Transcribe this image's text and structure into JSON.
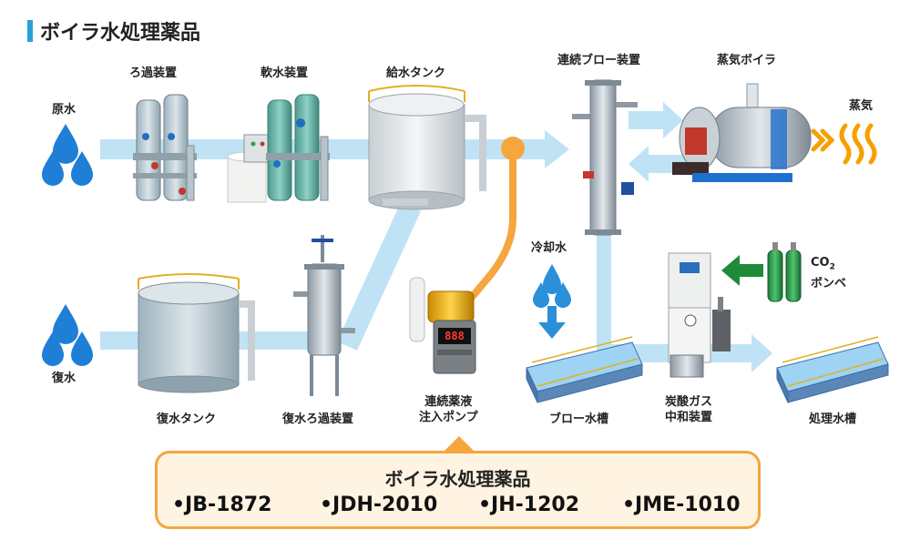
{
  "title": "ボイラ水処理薬品",
  "labels": {
    "raw_water": "原水",
    "return_water": "復水",
    "filter": "ろ過装置",
    "softener": "軟水装置",
    "feed_tank": "給水タンク",
    "blow_device": "連続ブロー装置",
    "boiler": "蒸気ボイラ",
    "steam": "蒸気",
    "cooling_water": "冷却水",
    "co2_line1": "CO",
    "co2_sub": "2",
    "co2_line2": "ボンベ",
    "return_tank": "復水タンク",
    "return_filter": "復水ろ過装置",
    "pump_line1": "連続薬液",
    "pump_line2": "注入ポンプ",
    "blow_tank": "ブロー水槽",
    "neutral_line1": "炭酸ガス",
    "neutral_line2": "中和装置",
    "treated_tank": "処理水槽"
  },
  "chemicals": {
    "heading": "ボイラ水処理薬品",
    "items": [
      "•JB-1872",
      "•JDH-2010",
      "•JH-1202",
      "•JME-1010"
    ]
  },
  "pump_display": "888",
  "colors": {
    "flow": "#bfe3f5",
    "drop": "#1f7fd6",
    "accent": "#2b9fd9",
    "chem_line": "#f5a63d",
    "steam": "#f5a000",
    "green_arrow": "#1f8a3a",
    "blue_arrow": "#2b8fd9"
  }
}
